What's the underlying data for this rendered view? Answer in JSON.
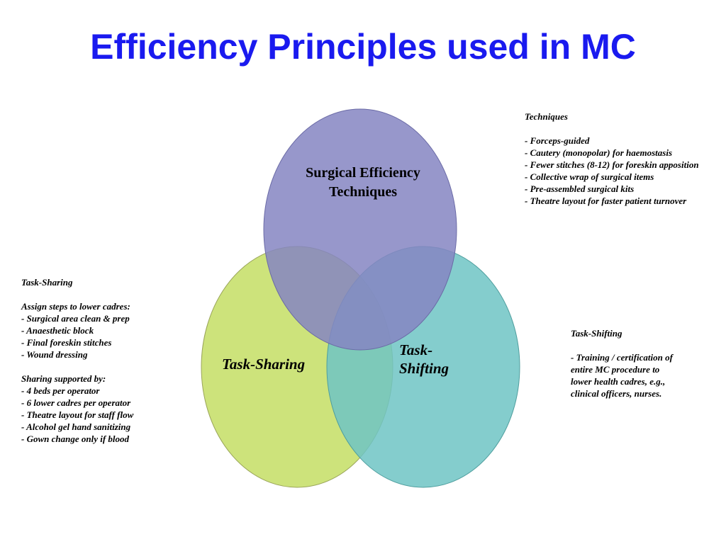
{
  "title": "Efficiency Principles used in MC",
  "circles": {
    "surgical": {
      "label_line1": "Surgical Efficiency",
      "label_line2": "Techniques",
      "color": "#8585c2"
    },
    "sharing": {
      "label": "Task-Sharing",
      "color": "#c4de64"
    },
    "shifting": {
      "label": "Task-\nShifting",
      "color": "#6ec4c4"
    }
  },
  "notes": {
    "techniques": "Techniques\n\n- Forceps-guided\n- Cautery (monopolar) for haemostasis\n - Fewer stitches (8-12) for foreskin apposition\n- Collective wrap of surgical items\n- Pre-assembled surgical kits\n- Theatre layout for faster patient turnover",
    "sharing": "Task-Sharing\n\nAssign steps to lower cadres:\n- Surgical area clean & prep\n- Anaesthetic block\n- Final foreskin stitches\n- Wound dressing\n\nSharing supported by:\n- 4 beds per operator\n- 6 lower cadres per operator\n- Theatre layout for staff flow\n- Alcohol gel hand sanitizing\n- Gown change only if blood",
    "shifting": "Task-Shifting\n\n- Training / certification of entire MC procedure to lower health cadres, e.g., clinical officers, nurses."
  }
}
